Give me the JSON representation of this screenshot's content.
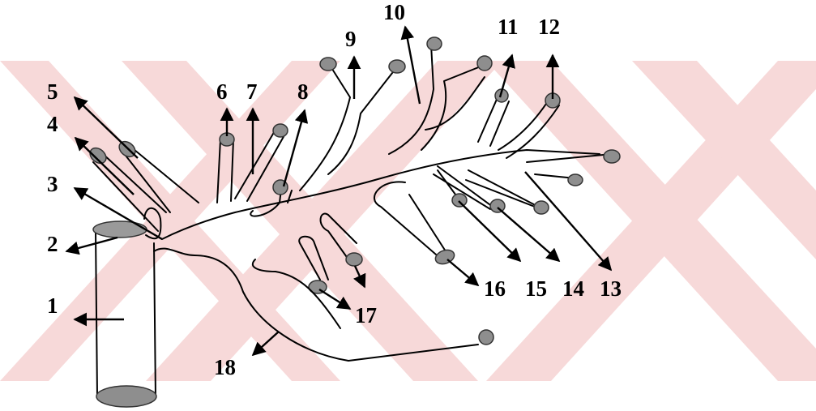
{
  "labels": [
    "1",
    "2",
    "3",
    "4",
    "5",
    "6",
    "7",
    "8",
    "9",
    "10",
    "11",
    "12",
    "13",
    "14",
    "15",
    "16",
    "17",
    "18"
  ],
  "colors": {
    "watermark": "#f6d3d3",
    "stroke": "#000000",
    "stump_fill": "#8e8e8e"
  }
}
